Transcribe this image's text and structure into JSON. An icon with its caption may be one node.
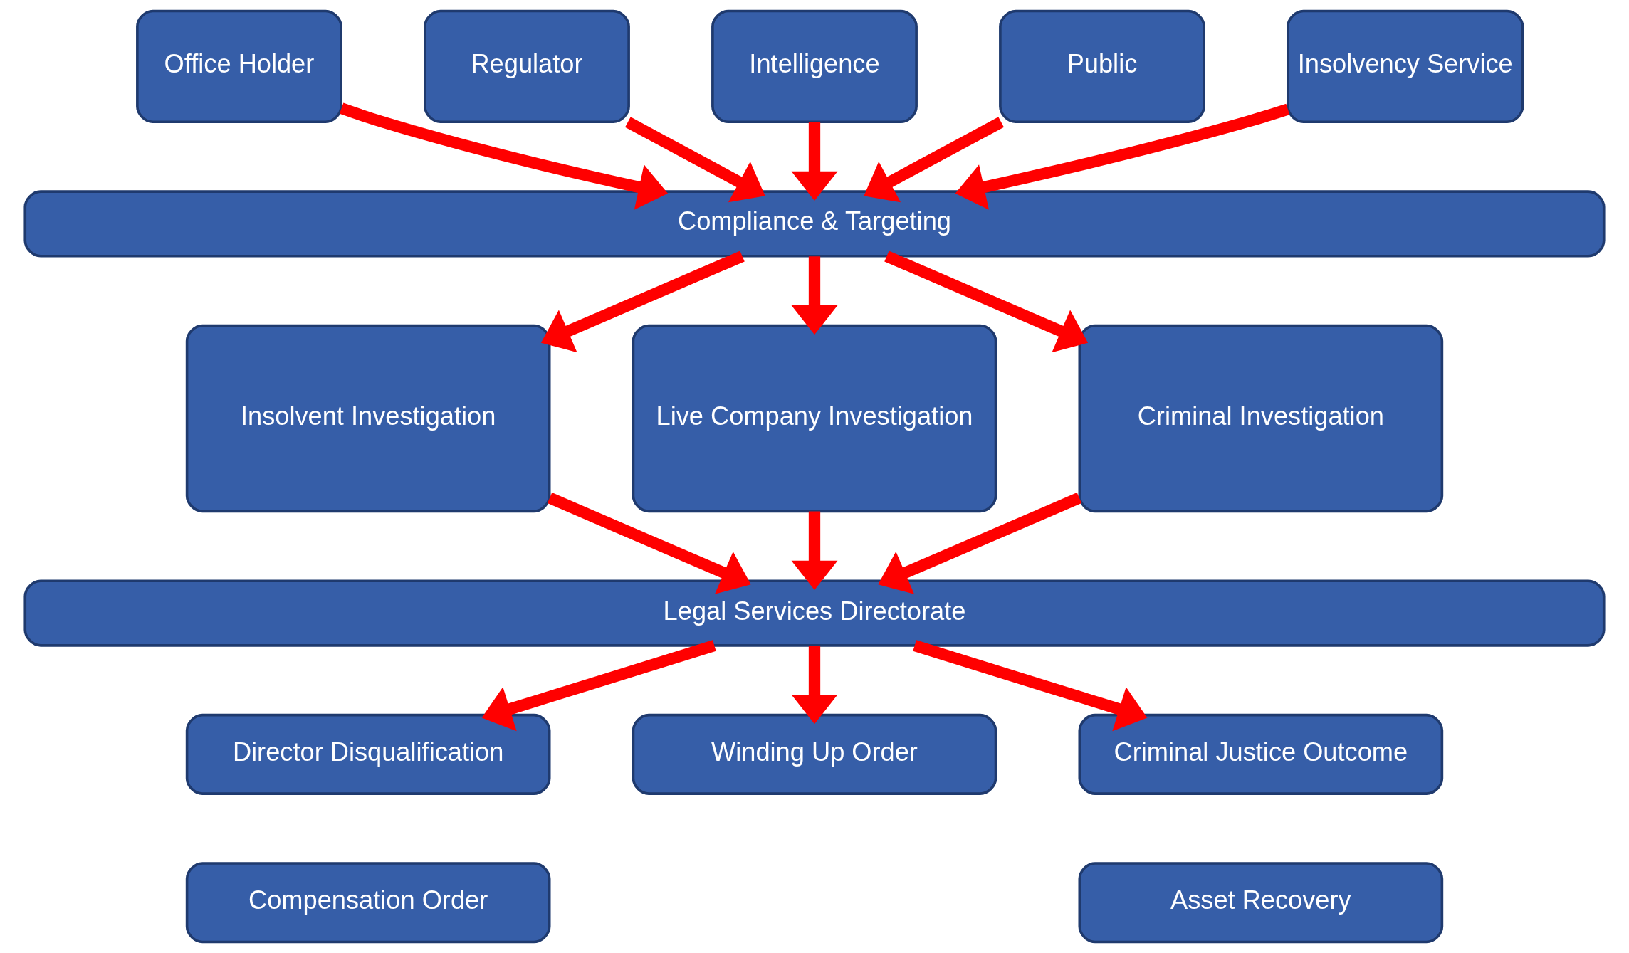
{
  "diagram": {
    "nodes": [
      {
        "text": [
          "Office Holder"
        ]
      },
      {
        "text": [
          "Regulator"
        ]
      },
      {
        "text": [
          "Intelligence"
        ]
      },
      {
        "text": [
          "Public"
        ]
      },
      {
        "text": [
          "Insolvency Service"
        ]
      },
      {
        "text": [
          "Compliance & Targeting"
        ]
      },
      {
        "text": [
          "Insolvent Investigation"
        ]
      },
      {
        "text": [
          "Live Company Investigation"
        ]
      },
      {
        "text": [
          "Criminal Investigation"
        ]
      },
      {
        "text": [
          "Legal Services Directorate"
        ]
      },
      {
        "text": [
          "Director Disqualification"
        ]
      },
      {
        "text": [
          "Compensation Order"
        ]
      },
      {
        "text": [
          "Winding Up Order"
        ]
      },
      {
        "text": [
          "Criminal Justice Outcome"
        ]
      },
      {
        "text": [
          "Asset Recovery"
        ]
      }
    ],
    "edges": [
      {
        "from": 0,
        "to": 5,
        "arrow": "to"
      },
      {
        "from": 1,
        "to": 5,
        "arrow": "to"
      },
      {
        "from": 2,
        "to": 5,
        "arrow": "to"
      },
      {
        "from": 3,
        "to": 5,
        "arrow": "to"
      },
      {
        "from": 4,
        "to": 5,
        "arrow": "to"
      },
      {
        "from": 5,
        "to": 6,
        "arrow": "to"
      },
      {
        "from": 5,
        "to": 7,
        "arrow": "to"
      },
      {
        "from": 5,
        "to": 8,
        "arrow": "to"
      },
      {
        "from": 6,
        "to": 9,
        "arrow": "to"
      },
      {
        "from": 7,
        "to": 9,
        "arrow": "to"
      },
      {
        "from": 8,
        "to": 9,
        "arrow": "to"
      },
      {
        "from": 9,
        "to": 10,
        "arrow": "to"
      },
      {
        "from": 9,
        "to": 12,
        "arrow": "to"
      },
      {
        "from": 9,
        "to": 13,
        "arrow": "to"
      }
    ]
  }
}
